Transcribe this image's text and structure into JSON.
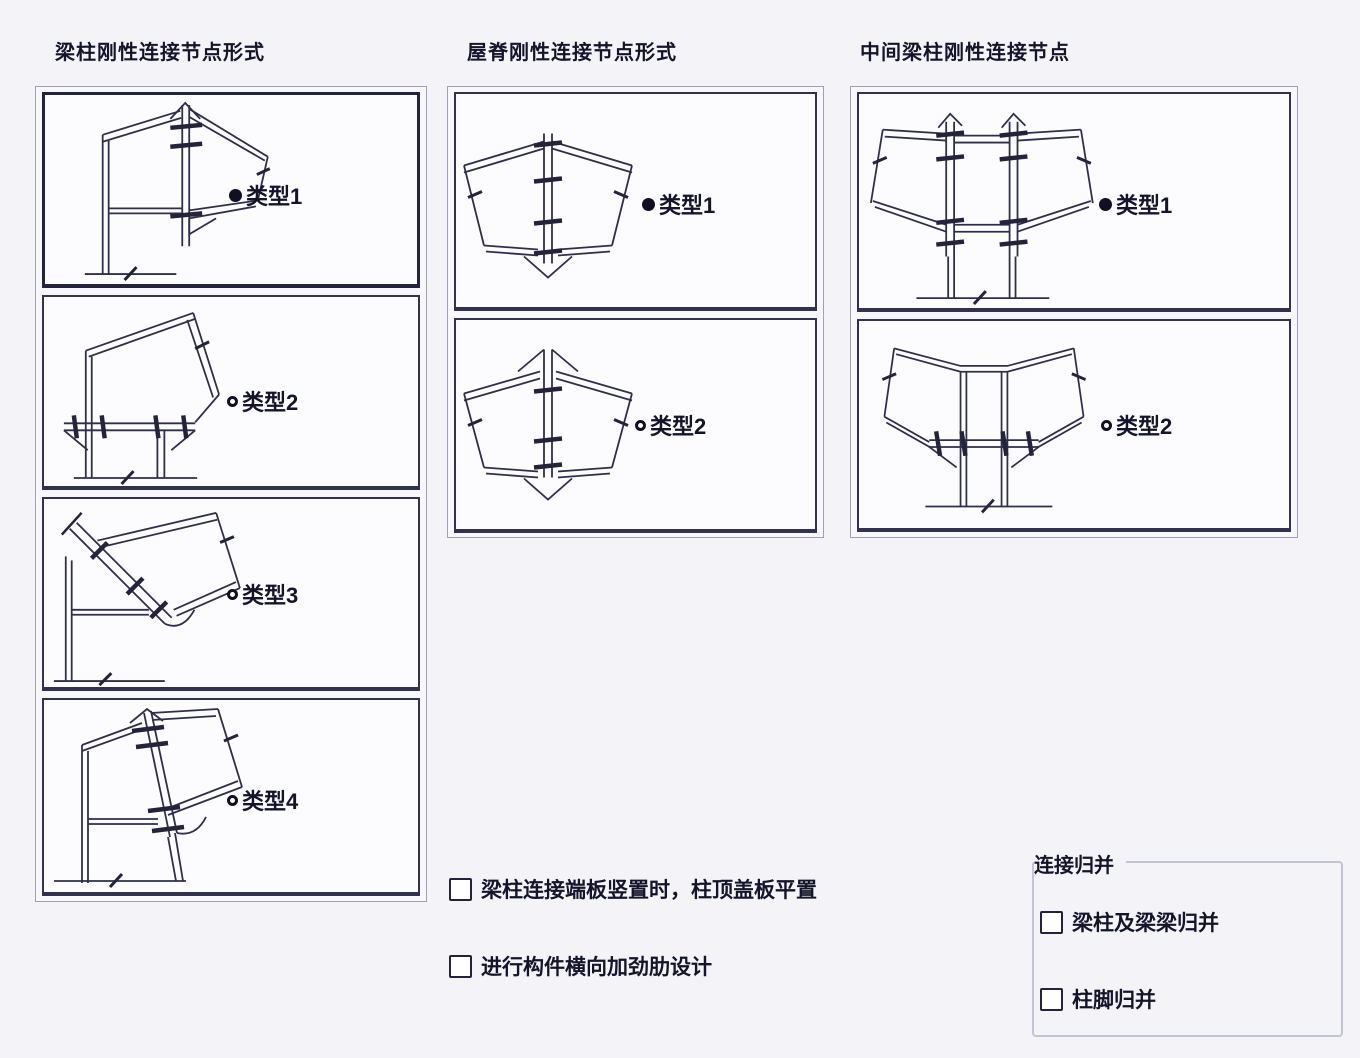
{
  "groups": [
    {
      "title": "梁柱刚性连接节点形式",
      "options": [
        {
          "label": "类型1",
          "selected": true
        },
        {
          "label": "类型2",
          "selected": false
        },
        {
          "label": "类型3",
          "selected": false
        },
        {
          "label": "类型4",
          "selected": false
        }
      ]
    },
    {
      "title": "屋脊刚性连接节点形式",
      "options": [
        {
          "label": "类型1",
          "selected": true
        },
        {
          "label": "类型2",
          "selected": false
        }
      ]
    },
    {
      "title": "中间梁柱刚性连接节点",
      "options": [
        {
          "label": "类型1",
          "selected": true
        },
        {
          "label": "类型2",
          "selected": false
        }
      ]
    }
  ],
  "checkboxes": [
    {
      "label": "梁柱连接端板竖置时，柱顶盖板平置",
      "checked": false
    },
    {
      "label": "进行构件横向加劲肋设计",
      "checked": false
    }
  ],
  "merge_group": {
    "title": "连接归并",
    "checkboxes": [
      {
        "label": "梁柱及梁梁归并",
        "checked": false
      },
      {
        "label": "柱脚归并",
        "checked": false
      }
    ]
  },
  "colors": {
    "background": "#f3f3f8",
    "panel_fill": "#fcfcfe",
    "line": "#2f2f4c",
    "text": "#14142a",
    "outer_border": "#9fa0b8",
    "group_border": "#c3c5d4"
  }
}
